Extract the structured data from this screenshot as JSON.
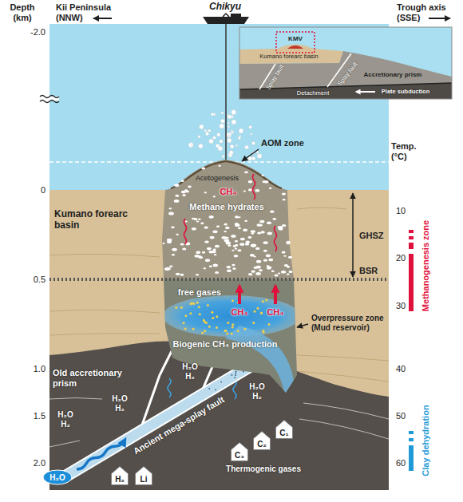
{
  "diagram": {
    "nodes": [
      {
        "text": [
          "H₂O"
        ]
      },
      {
        "text": [
          "H₂"
        ]
      },
      {
        "text": [
          "Li"
        ]
      },
      {
        "text": [
          "C₃"
        ]
      },
      {
        "text": [
          "C₂"
        ]
      },
      {
        "text": [
          "C₁"
        ]
      }
    ],
    "labels": [
      "Depth (km)",
      "Kii Peninsula (NNW)",
      "Chikyu",
      "Trough axis (SSE)",
      "-2.0",
      "KMV",
      "Kumano forearc basin",
      "Splay fault",
      "Splay fault",
      "Accretionary prism",
      "Detachment",
      "Plate subduction",
      "AOM zone",
      "Temp. (°C)",
      "0",
      "Acetogenesis",
      "CH₄",
      "GHSZ",
      "10",
      "Methane hydrates",
      "Kumano forearc basin",
      "BSR",
      "0.5",
      "20",
      "free gases",
      "CH₄",
      "CH₄",
      "Methanogenesis zone",
      "Overpressure zone (Mud reservoir)",
      "30",
      "Biogenic CH₄ production",
      "1.0",
      "Old accretionary prism",
      "40",
      "H₂O H₂",
      "H₂O H₂",
      "H₂O H₂",
      "1.5",
      "50",
      "H₂O H₂",
      "Ancient mega-splay fault",
      "Clay dehydration",
      "2.0",
      "60",
      "Thermogenic gases"
    ]
  }
}
